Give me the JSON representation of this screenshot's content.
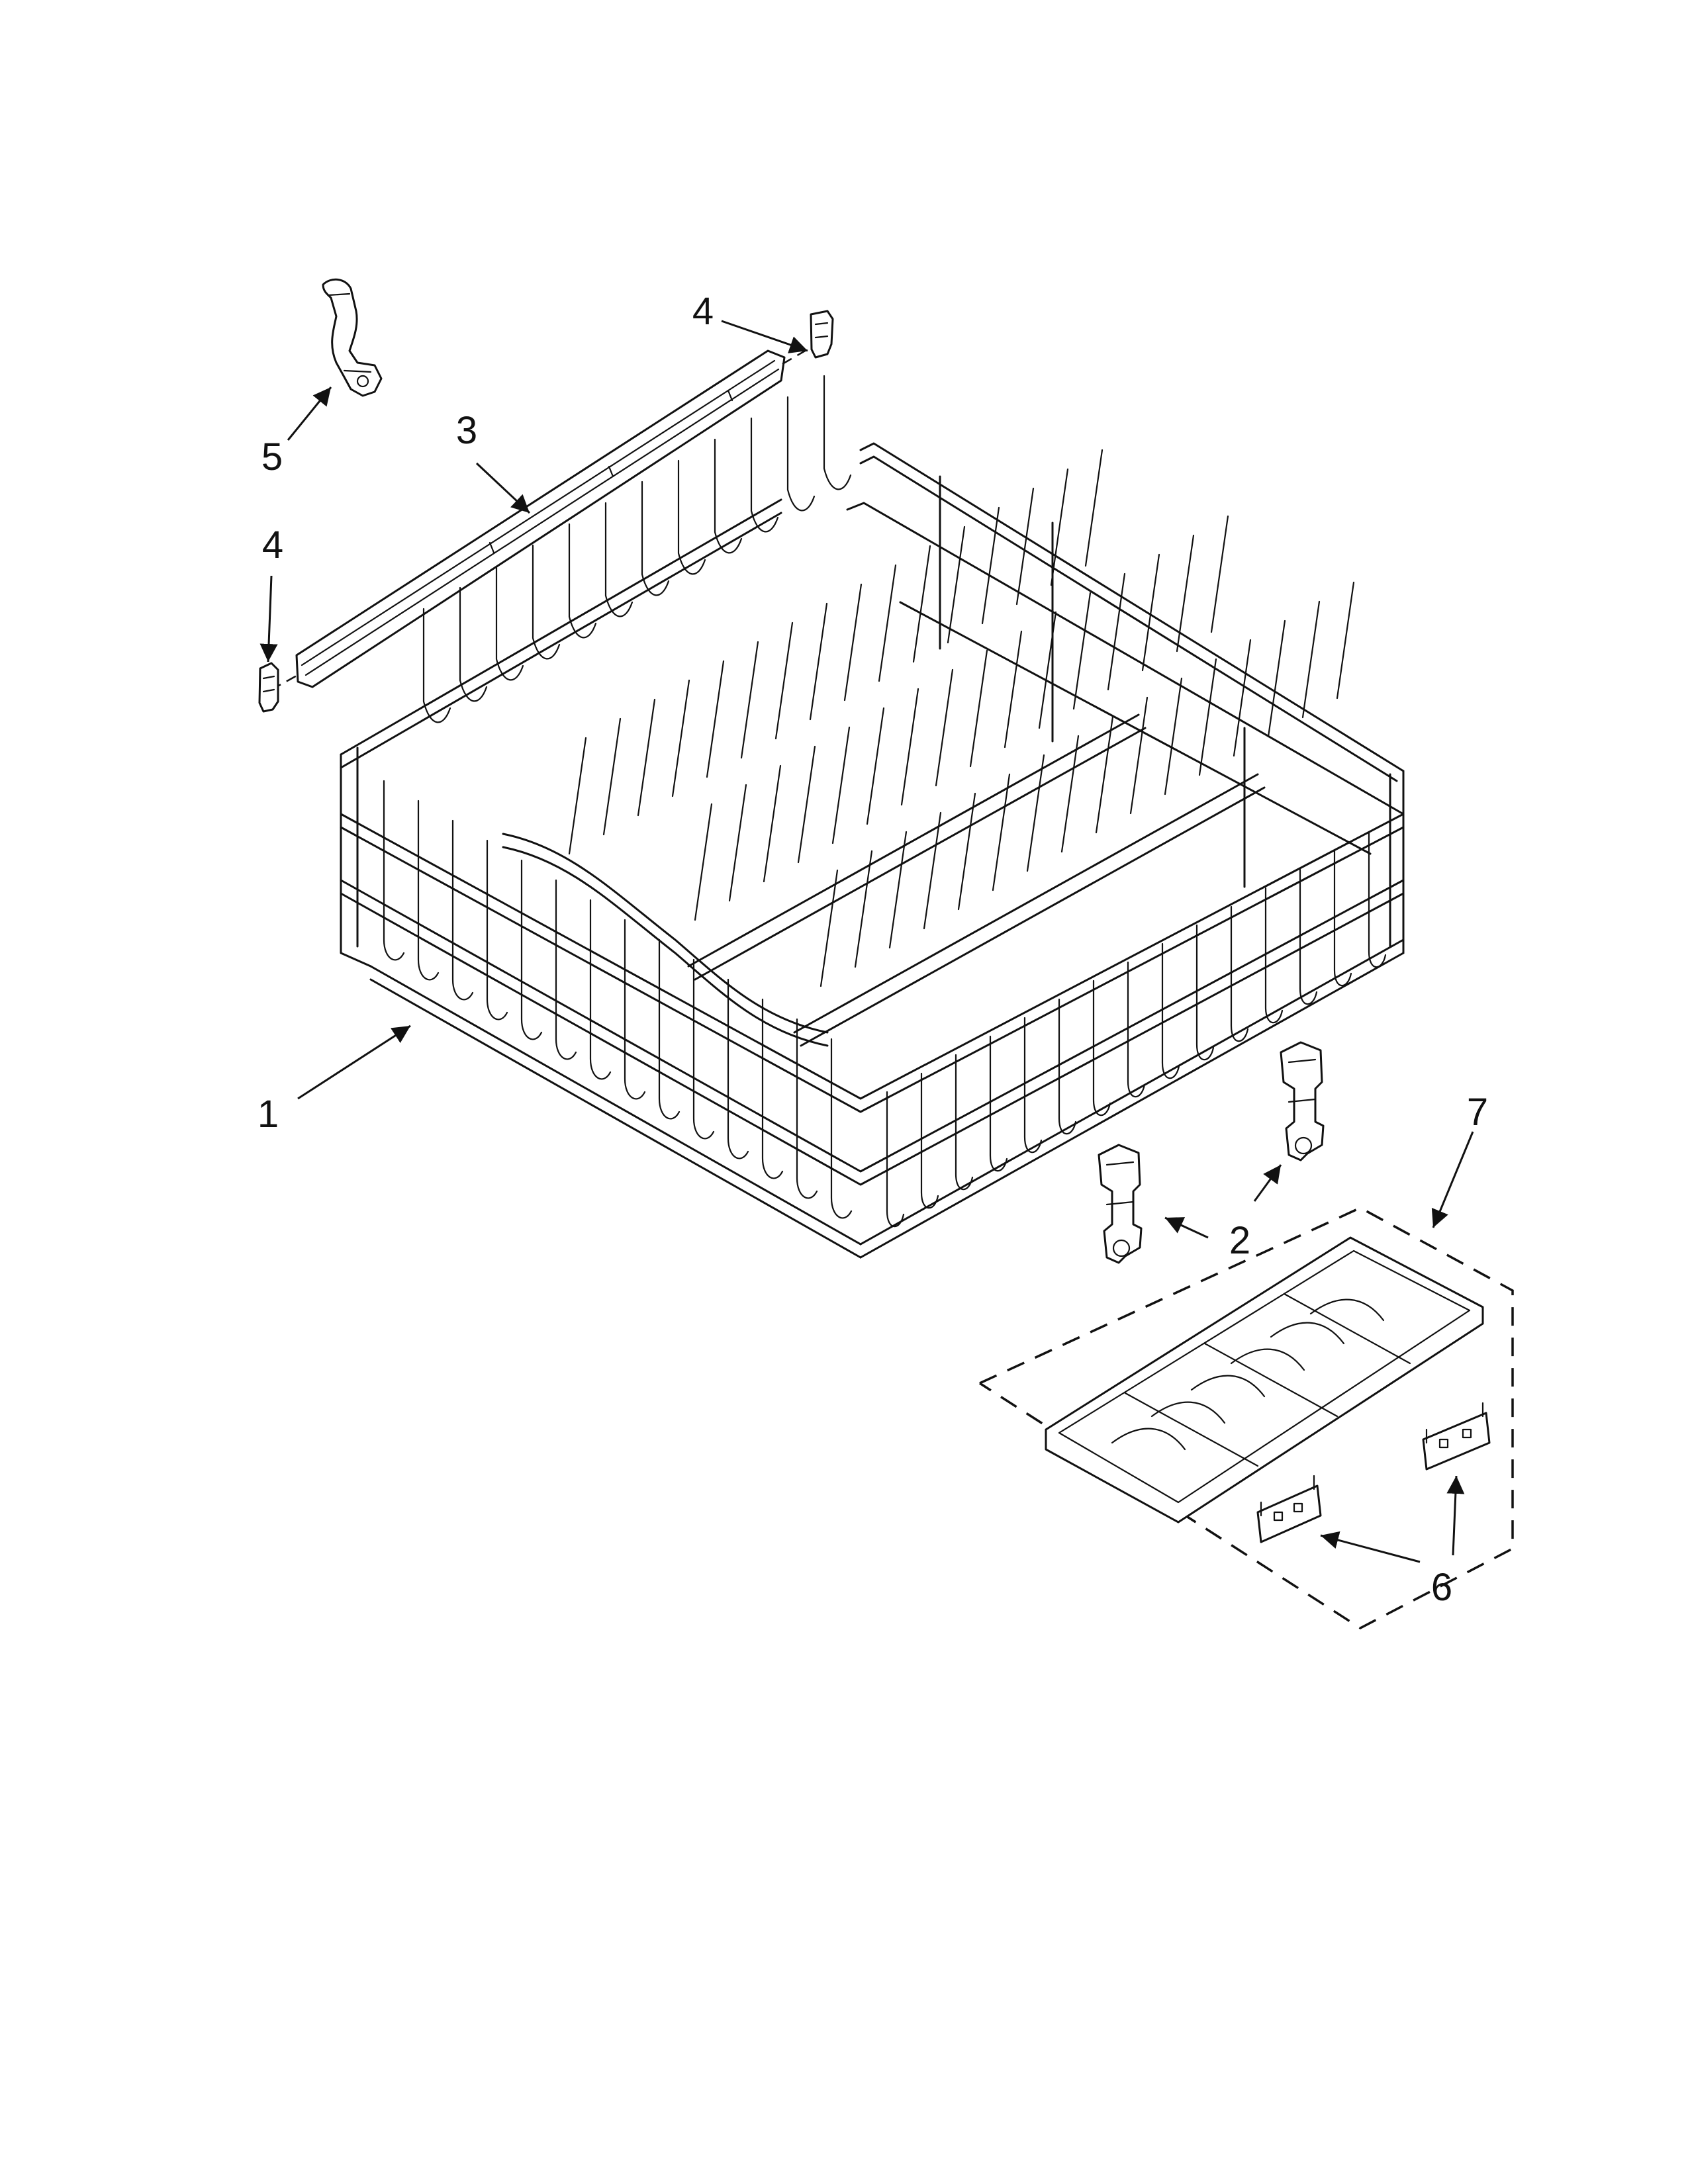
{
  "callouts": [
    {
      "id": "c1",
      "label": "1"
    },
    {
      "id": "c2",
      "label": "2"
    },
    {
      "id": "c3",
      "label": "3"
    },
    {
      "id": "c4a",
      "label": "4"
    },
    {
      "id": "c4b",
      "label": "4"
    },
    {
      "id": "c5",
      "label": "5"
    },
    {
      "id": "c6",
      "label": "6"
    },
    {
      "id": "c7",
      "label": "7"
    }
  ]
}
